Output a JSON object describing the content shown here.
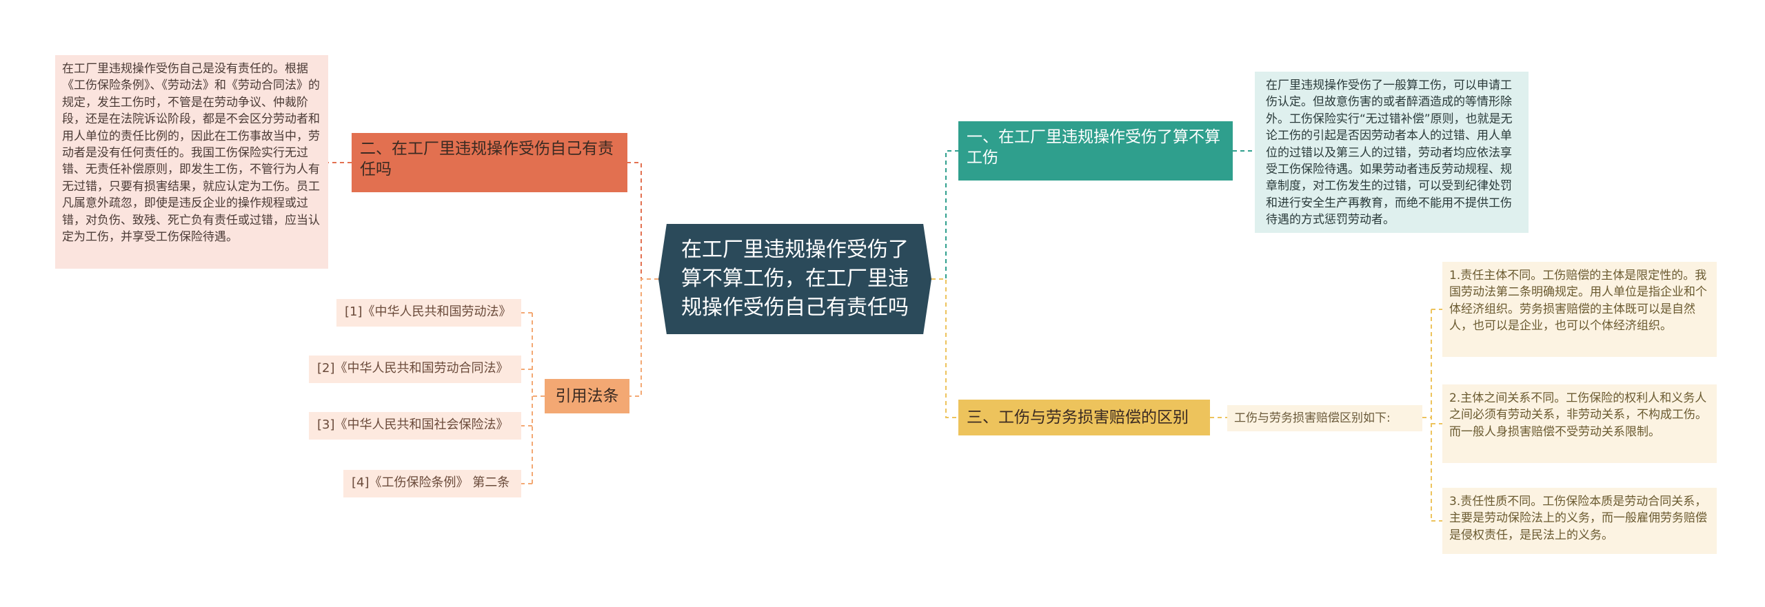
{
  "root": {
    "title": "在工厂里违规操作受伤了算不算工伤，在工厂里违规操作受伤自己有责任吗"
  },
  "branches": {
    "left_top": {
      "label": "二、在工厂里违规操作受伤自己有责任吗",
      "detail": "在工厂里违规操作受伤自己是没有责任的。根据《工伤保险条例》、《劳动法》和《劳动合同法》的规定，发生工伤时，不管是在劳动争议、仲裁阶段，还是在法院诉讼阶段，都是不会区分劳动者和用人单位的责任比例的，因此在工伤事故当中，劳动者是没有任何责任的。我国工伤保险实行无过错、无责任补偿原则，即发生工伤，不管行为人有无过错，只要有损害结果，就应认定为工伤。员工凡属意外疏忽，即使是违反企业的操作规程或过错，对负伤、致残、死亡负有责任或过错，应当认定为工伤，并享受工伤保险待遇。"
    },
    "left_bottom": {
      "label": "引用法条",
      "laws": [
        "[1]《中华人民共和国劳动法》",
        "[2]《中华人民共和国劳动合同法》",
        "[3]《中华人民共和国社会保险法》",
        "[4]《工伤保险条例》 第二条"
      ]
    },
    "right_top": {
      "label": "一、在工厂里违规操作受伤了算不算工伤",
      "detail": "在厂里违规操作受伤了一般算工伤，可以申请工伤认定。但故意伤害的或者醉酒造成的等情形除外。工伤保险实行“无过错补偿”原则，也就是无论工伤的引起是否因劳动者本人的过错、用人单位的过错以及第三人的过错，劳动者均应依法享受工伤保险待遇。如果劳动者违反劳动规程、规章制度，对工伤发生的过错，可以受到纪律处罚和进行安全生产再教育，而绝不能用不提供工伤待遇的方式惩罚劳动者。"
    },
    "right_bottom": {
      "label": "三、工伤与劳务损害赔偿的区别",
      "intro": "工伤与劳务损害赔偿区别如下:",
      "points": [
        "1.责任主体不同。工伤赔偿的主体是限定性的。我国劳动法第二条明确规定。用人单位是指企业和个体经济组织。劳务损害赔偿的主体既可以是自然人，也可以是企业，也可以个体经济组织。",
        "2.主体之间关系不同。工伤保险的权利人和义务人之间必须有劳动关系，非劳动关系，不构成工伤。而一般人身损害赔偿不受劳动关系限制。",
        "3.责任性质不同。工伤保险本质是劳动合同关系，主要是劳动保险法上的义务，而一般雇佣劳务赔偿是侵权责任，是民法上的义务。"
      ]
    }
  },
  "colors": {
    "root": "#2b4a5a",
    "red": "#e27050",
    "teal": "#2f9f8d",
    "orange": "#f3a873",
    "yellow": "#edc35c",
    "pink_leaf": "#fbe4de",
    "teal_leaf": "#dff0ee",
    "cream_leaf": "#fcf3e2"
  }
}
